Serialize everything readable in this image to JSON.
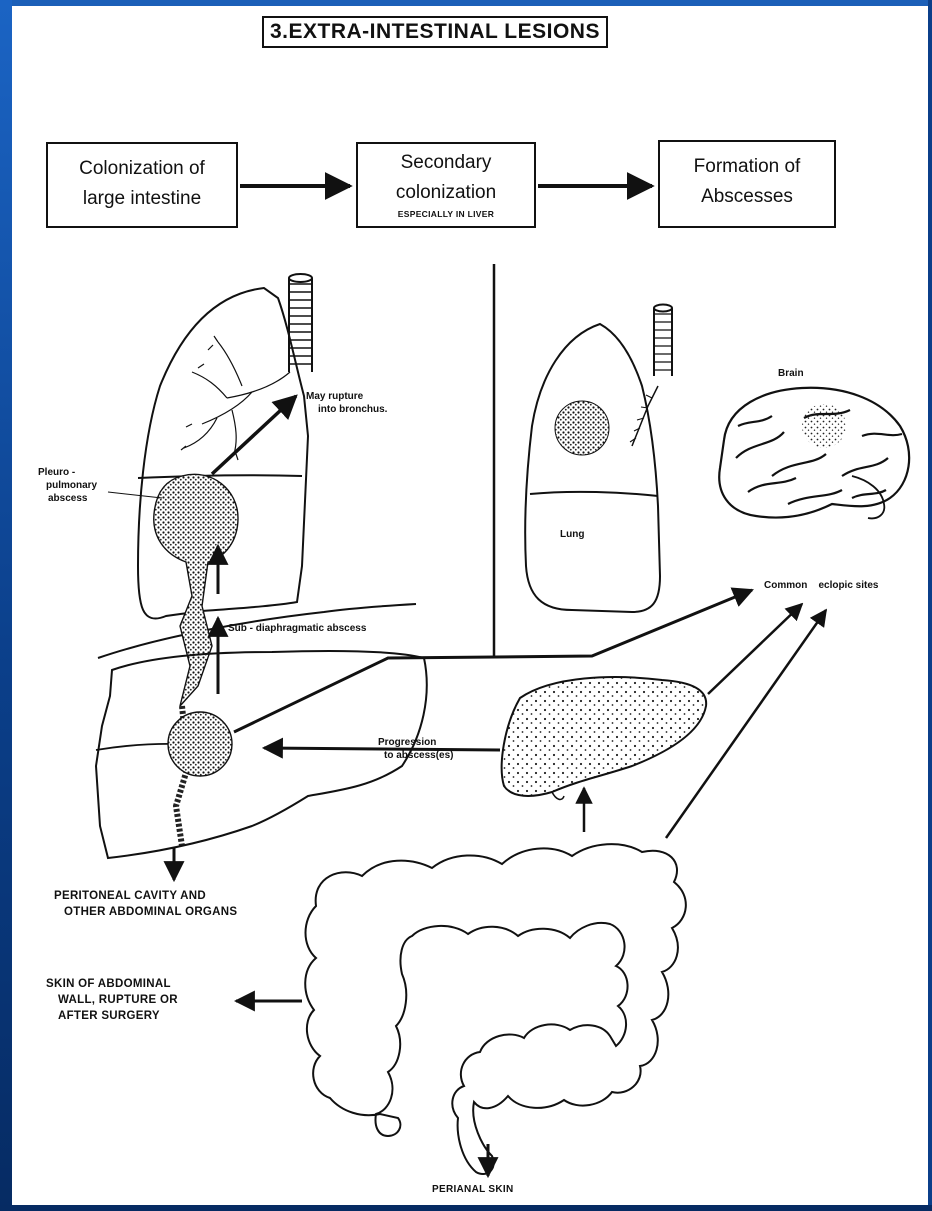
{
  "title": "3.EXTRA-INTESTINAL LESIONS",
  "flow": {
    "box1": {
      "line1": "Colonization of",
      "line2": "large intestine"
    },
    "box2": {
      "line1": "Secondary",
      "line2": "colonization",
      "note": "ESPECIALLY IN LIVER"
    },
    "box3": {
      "line1": "Formation of",
      "line2": "Abscesses"
    }
  },
  "labels": {
    "rupture": {
      "line1": "May rupture",
      "line2": "into bronchus."
    },
    "pleuro": {
      "line1": "Pleuro -",
      "line2": "pulmonary",
      "line3": "abscess"
    },
    "subdiaphragmatic": "Sub - diaphragmatic abscess",
    "brain": "Brain",
    "lung": "Lung",
    "ectopic": "Common    eclopic sites",
    "progression": {
      "line1": "Progression",
      "line2": "to abscess(es)"
    },
    "peritoneal": {
      "line1": "PERITONEAL CAVITY AND",
      "line2": "OTHER ABDOMINAL ORGANS"
    },
    "skin": {
      "line1": "SKIN OF ABDOMINAL",
      "line2": "WALL, RUPTURE OR",
      "line3": "AFTER  SURGERY"
    },
    "perianal": "PERIANAL SKIN"
  }
}
